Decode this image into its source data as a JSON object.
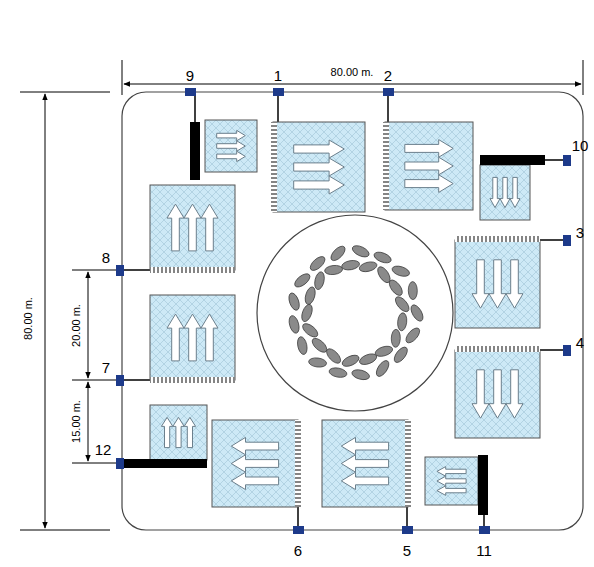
{
  "diagram": {
    "labels": [
      "80.00 m.",
      "80.00 m.",
      "9",
      "1",
      "2",
      "10",
      "3",
      "8",
      "20.00 m.",
      "4",
      "7",
      "15.00 m.",
      "12",
      "6",
      "5",
      "11"
    ]
  }
}
